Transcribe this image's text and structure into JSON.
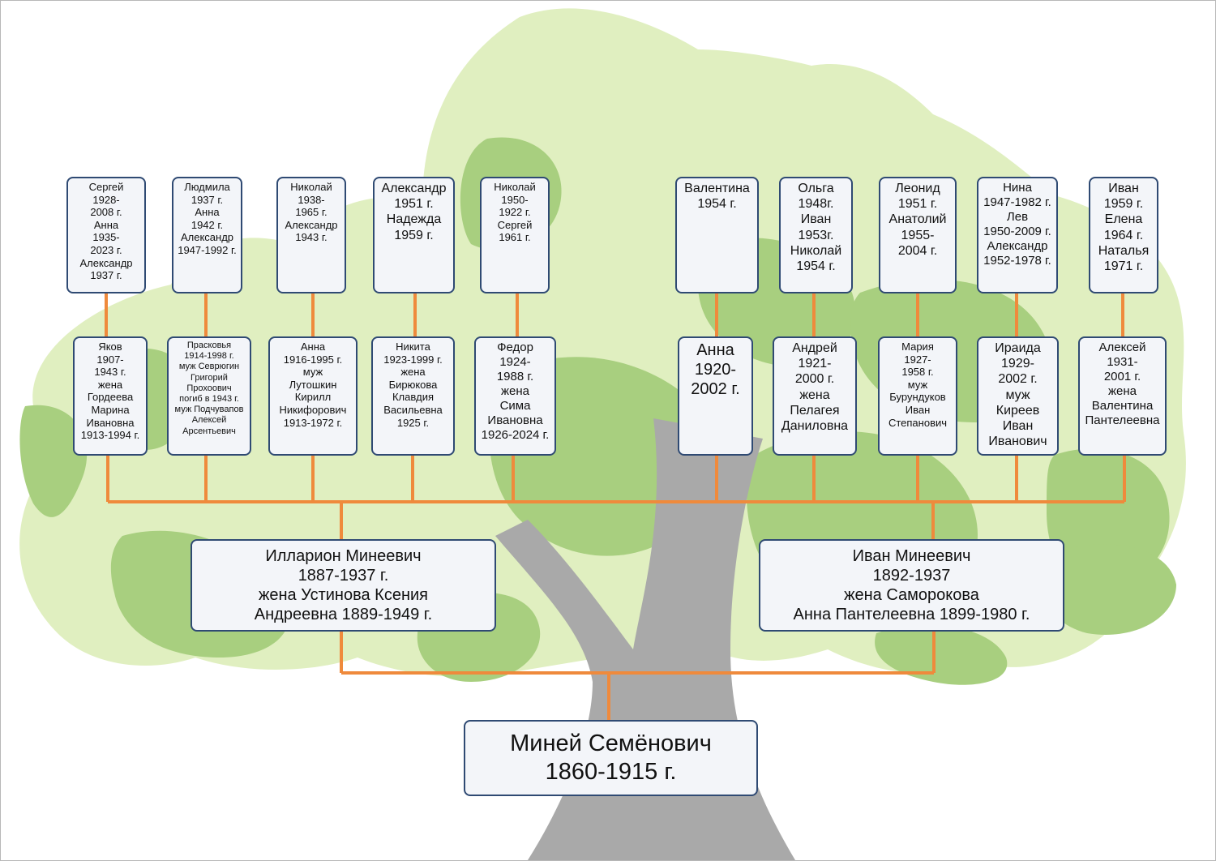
{
  "colors": {
    "canopy_light": "#e0efc0",
    "canopy_dark": "#a8cf7f",
    "trunk": "#a9a9a9",
    "connector": "#ef8a3c",
    "box_border": "#2f4a73",
    "box_fill": "#f3f5f9"
  },
  "root": {
    "name": "Миней Семёнович",
    "years": "1860-1915 г."
  },
  "sons": {
    "left": [
      "Илларион Минеевич",
      "1887-1937 г.",
      "жена Устинова Ксения",
      "Андреевна 1889-1949 г."
    ],
    "right": [
      "Иван Минеевич",
      "1892-1937",
      "жена Саморокова",
      "Анна Пантелеевна  1899-1980 г."
    ]
  },
  "grandchildren": [
    [
      "Яков",
      "1907-",
      "1943 г.",
      "жена",
      "Гордеева",
      "Марина",
      "Ивановна",
      "1913-1994 г."
    ],
    [
      "Прасковья",
      "1914-1998 г.",
      "муж Севрюгин",
      "Григорий",
      "Прохоович",
      "погиб в 1943 г.",
      "муж Подчувапов",
      "Алексей",
      "Арсентьевич"
    ],
    [
      "Анна",
      "1916-1995 г.",
      "муж",
      "Лутошкин",
      "Кирилл",
      "Никифорович",
      "1913-1972 г."
    ],
    [
      "Никита",
      "1923-1999 г.",
      "жена",
      "Бирюкова",
      "Клавдия",
      "Васильевна",
      "1925 г."
    ],
    [
      "Федор",
      "1924-",
      "1988 г.",
      "жена",
      "Сима",
      "Ивановна",
      "1926-2024 г."
    ],
    [
      "Анна",
      "1920-",
      "2002 г."
    ],
    [
      "Андрей",
      "1921-",
      "2000 г.",
      "жена",
      "Пелагея",
      "Даниловна"
    ],
    [
      "Мария",
      "1927-",
      "1958 г.",
      "муж",
      "Бурундуков",
      "Иван",
      "Степанович"
    ],
    [
      "Ираида",
      "1929-",
      "2002 г.",
      "муж",
      "Киреев",
      "Иван",
      "Иванович"
    ],
    [
      "Алексей",
      "1931-",
      "2001 г.",
      "жена",
      "Валентина",
      "Пантелеевна"
    ]
  ],
  "great_grandchildren": [
    [
      "Сергей",
      "1928-",
      "2008 г.",
      "Анна",
      "1935-",
      "2023 г.",
      "Александр",
      "1937 г."
    ],
    [
      "Людмила",
      "1937 г.",
      "Анна",
      "1942 г.",
      "Александр",
      "1947-1992 г."
    ],
    [
      "Николай",
      "1938-",
      "1965 г.",
      "Александр",
      "1943 г."
    ],
    [
      "Александр",
      "1951 г.",
      "Надежда",
      "1959 г."
    ],
    [
      "Николай",
      "1950-",
      "1922 г.",
      "Сергей",
      "1961 г."
    ],
    [
      "Валентина",
      "1954 г."
    ],
    [
      "Ольга",
      "1948г.",
      "Иван",
      "1953г.",
      "Николай",
      "1954 г."
    ],
    [
      "Леонид",
      "1951 г.",
      "Анатолий",
      "1955-",
      "2004 г."
    ],
    [
      "Нина",
      "1947-1982 г.",
      "Лев",
      "1950-2009 г.",
      "Александр",
      "1952-1978 г."
    ],
    [
      "Иван",
      "1959 г.",
      "Елена",
      "1964 г.",
      "Наталья",
      "1971 г."
    ]
  ]
}
